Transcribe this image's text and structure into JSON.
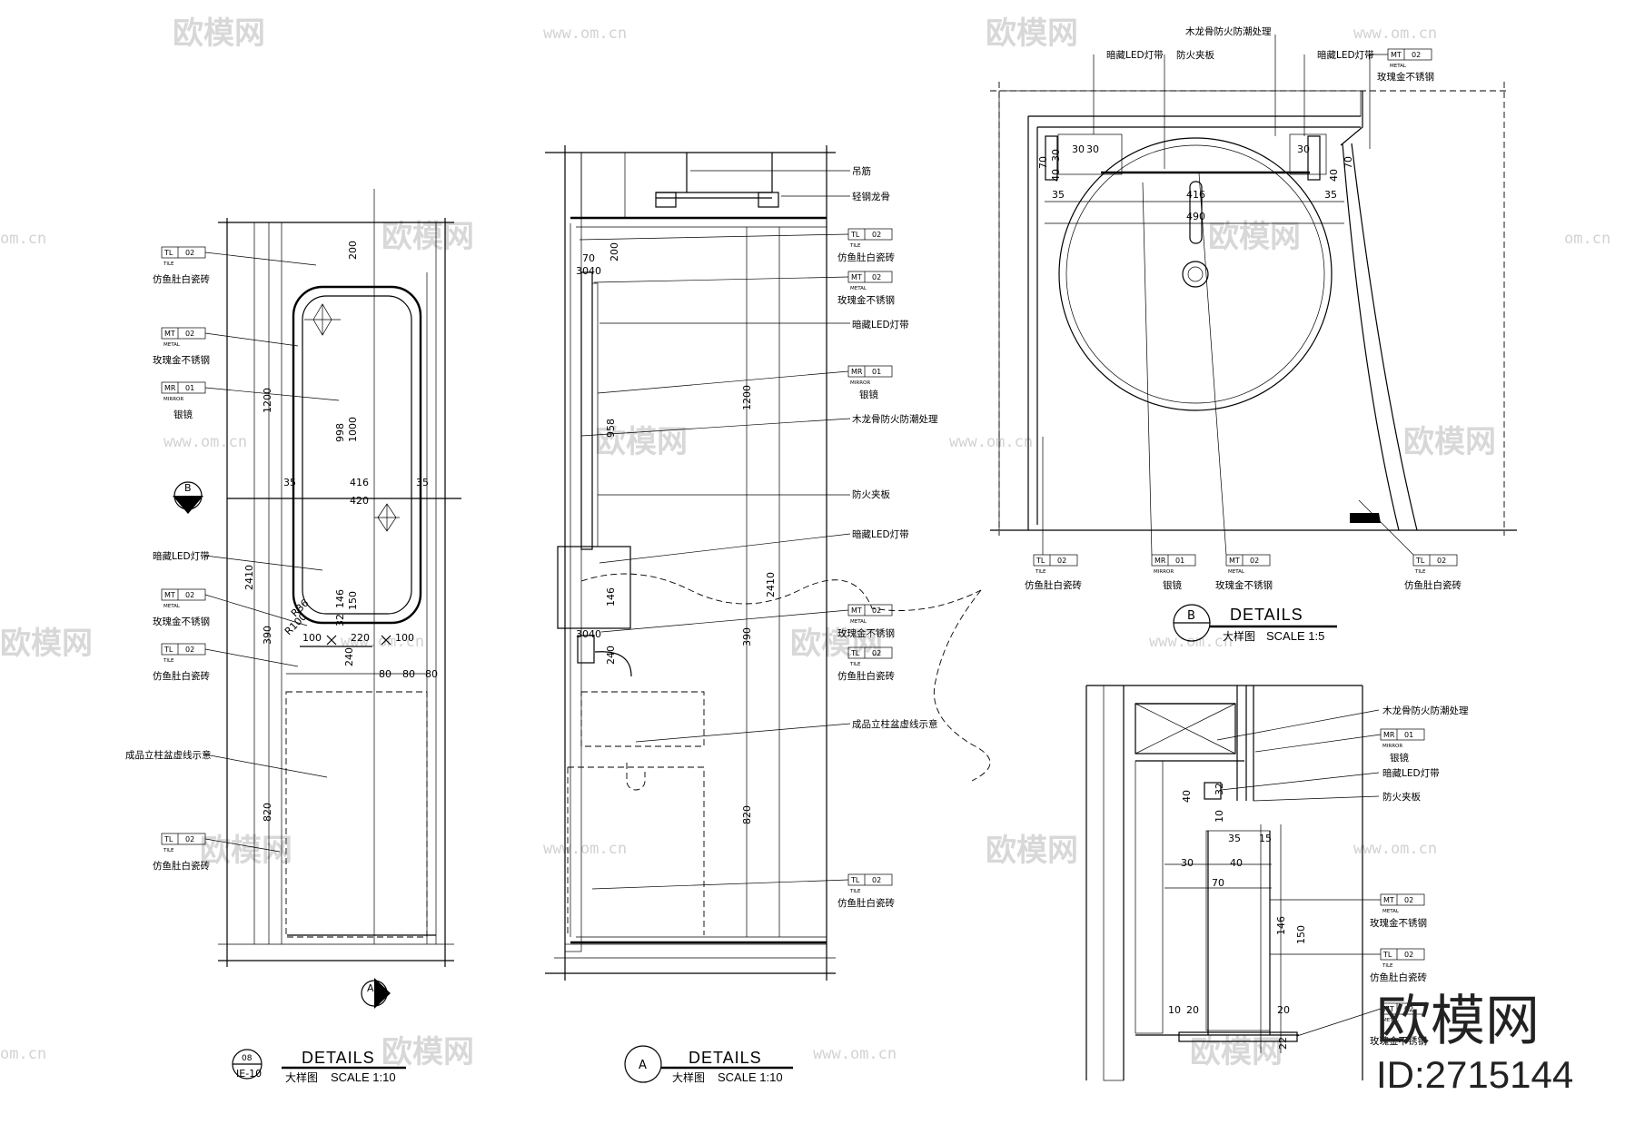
{
  "watermarks": {
    "brand": "欧模网",
    "url": "www.om.cn",
    "url_short": "om.cn"
  },
  "brand_mark": {
    "name": "欧模网",
    "id": "ID:2715144"
  },
  "tags": {
    "TL02": {
      "code": "TL",
      "num": "02",
      "sub": "TILE",
      "label": "仿鱼肚白瓷砖"
    },
    "MT02": {
      "code": "MT",
      "num": "02",
      "sub": "METAL",
      "label": "玫瑰金不锈钢"
    },
    "MR01": {
      "code": "MR",
      "num": "01",
      "sub": "MIRROR",
      "label": "银镜"
    }
  },
  "notes": {
    "led": "暗藏LED灯带",
    "basin": "成品立柱盆虚线示意",
    "hanger": "吊筋",
    "keel": "轻钢龙骨",
    "wood_fire": "木龙骨防火防潮处理",
    "fireboard": "防火夹板"
  },
  "detail_08": {
    "num": "08",
    "ref": "IE-10",
    "title": "DETAILS",
    "cn": "大样图",
    "scale": "SCALE 1:10"
  },
  "detail_a": {
    "num": "A",
    "title": "DETAILS",
    "cn": "大样图",
    "scale": "SCALE 1:10"
  },
  "detail_b": {
    "num": "B",
    "title": "DETAILS",
    "cn": "大样图",
    "scale": "SCALE 1:5"
  },
  "markers": {
    "b": "B",
    "a": "A"
  },
  "dims_08": {
    "d200": "200",
    "d1200": "1200",
    "d998": "998",
    "d1000": "1000",
    "d35a": "35",
    "d416": "416",
    "d35b": "35",
    "d420": "420",
    "d2410": "2410",
    "d390": "390",
    "d820": "820",
    "d146": "146",
    "d150": "150",
    "d32": "32",
    "r36": "R36",
    "r100": "R100",
    "d240": "240",
    "d220": "220",
    "d100a": "100",
    "d100b": "100",
    "d80a": "80",
    "d80b": "80",
    "d80c": "80"
  },
  "dims_a": {
    "d200": "200",
    "d70": "70",
    "d3040a": "3040",
    "d958": "958",
    "d1200": "1200",
    "d146": "146",
    "d240": "240",
    "d3040b": "3040",
    "d2410": "2410",
    "d390": "390",
    "d820": "820"
  },
  "dims_b": {
    "d70a": "70",
    "d30a": "30",
    "d40a": "40",
    "d30b": "30",
    "d30c": "30",
    "d30d": "30",
    "d70b": "70",
    "d40b": "40",
    "d35a": "35",
    "d35b": "35",
    "d416": "416",
    "d490": "490"
  },
  "dims_c": {
    "d40": "40",
    "d32": "32",
    "d10a": "10",
    "d35": "35",
    "d15": "15",
    "d30": "30",
    "d40b": "40",
    "d70": "70",
    "d146": "146",
    "d150": "150",
    "d10b": "10",
    "d20a": "20",
    "d20b": "20",
    "d22": "22"
  }
}
